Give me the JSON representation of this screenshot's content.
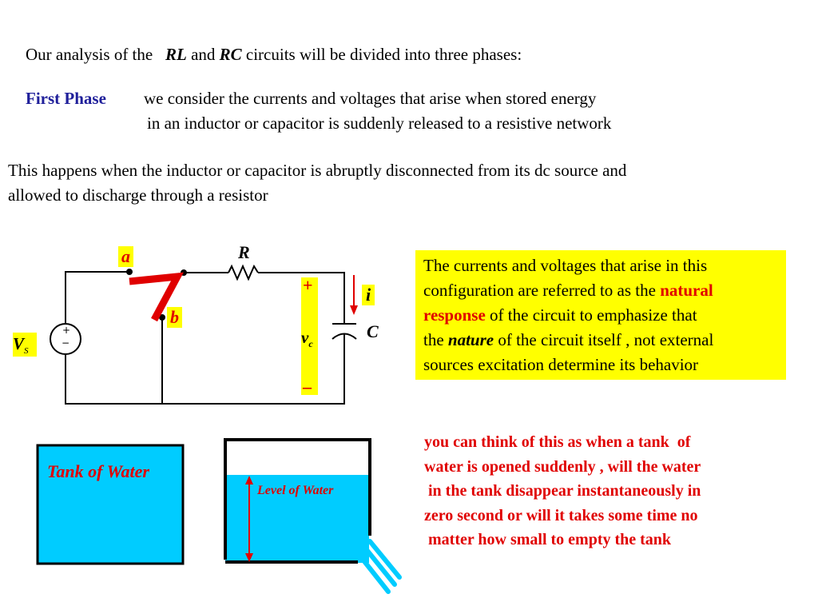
{
  "intro": {
    "prefix": "Our analysis of the",
    "rl": "RL",
    "and": "and",
    "rc": "RC",
    "suffix": "circuits will be divided into three phases:"
  },
  "phase": {
    "label": "First Phase",
    "line1": "we consider the currents and voltages that arise when stored energy",
    "line2": "in an inductor or capacitor is suddenly released to a resistive network"
  },
  "paragraph": {
    "line1": "This happens when the inductor or capacitor is abruptly disconnected from its dc source and",
    "line2": "allowed to discharge through a resistor"
  },
  "circuit": {
    "label_a": "a",
    "label_b": "b",
    "label_r": "R",
    "label_i": "i",
    "label_c": "C",
    "label_v": "v",
    "label_v_sub": "c",
    "label_plus": "+",
    "label_minus": "–",
    "source_v": "V",
    "source_sub": "S",
    "source_plus": "+",
    "source_minus": "−"
  },
  "natural_box": {
    "l1": "The currents and voltages that arise in this",
    "l2_prefix": "configuration are referred to as the",
    "l2_red": "natural",
    "l3_red": "response",
    "l3_rest": "of the circuit to emphasize that",
    "l4_prefix": "the",
    "l4_nature": "nature",
    "l4_rest": "of the circuit itself , not external",
    "l5": "sources excitation determine its behavior"
  },
  "tank": {
    "title": "Tank of Water",
    "level_label": "Level of Water"
  },
  "analogy": {
    "l1": "you can think of this as when a tank  of",
    "l2": "water is opened suddenly , will the water",
    "l3": " in the tank disappear instantaneously in",
    "l4": "zero second or will it takes some time no",
    "l5": " matter how small to empty the tank"
  },
  "colors": {
    "blue_heading": "#1f1f9a",
    "red": "#e00000",
    "yellow": "#ffff00",
    "water": "#00ccff"
  }
}
